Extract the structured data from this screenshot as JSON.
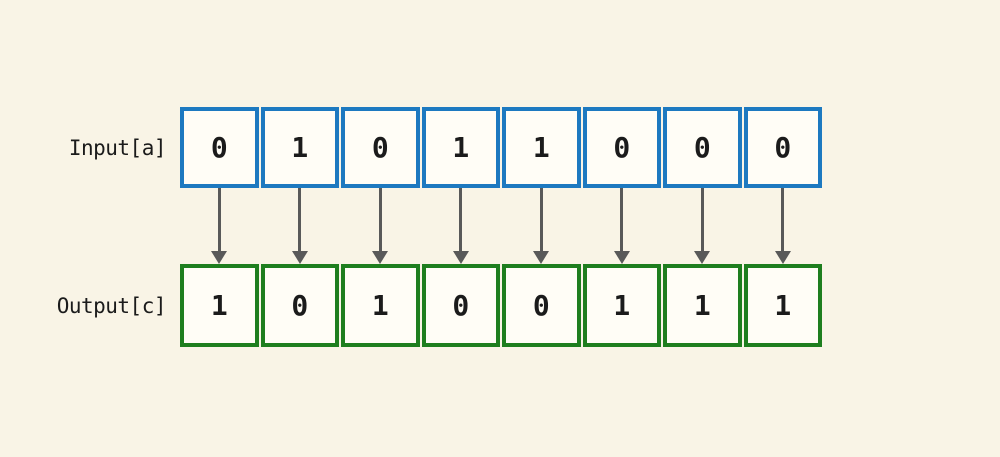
{
  "colors": {
    "bg": "#f9f4e6",
    "cell-bg": "#fffdf6",
    "blue": "#1d79c0",
    "green": "#1e7e1e",
    "arrow": "#595959",
    "text": "#1b1b1b"
  },
  "input_row": {
    "label": "Input[a]",
    "border_color": "#1d79c0",
    "values": [
      "0",
      "1",
      "0",
      "1",
      "1",
      "0",
      "0",
      "0"
    ]
  },
  "output_row": {
    "label": "Output[c]",
    "border_color": "#1e7e1e",
    "values": [
      "1",
      "0",
      "1",
      "0",
      "0",
      "1",
      "1",
      "1"
    ]
  },
  "arrows": {
    "count": 8,
    "direction": "down",
    "color": "#595959"
  }
}
